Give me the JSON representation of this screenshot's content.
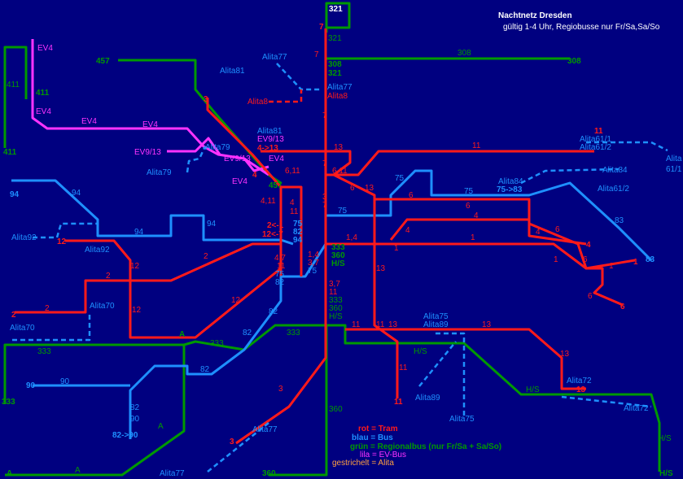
{
  "header": {
    "title": "Nachtnetz Dresden",
    "subtitle": "gültig 1-4 Uhr, Regiobusse nur Fr/Sa,Sa/So"
  },
  "colors": {
    "background": "#000080",
    "tram": "#ff1a1a",
    "bus": "#1e90ff",
    "regionalbus": "#009900",
    "ev_bus": "#ff33ff",
    "alita": "#1e90ff"
  },
  "legend": {
    "tram": "rot = Tram",
    "bus": "blau = Bus",
    "regional": "grün = Regionalbus (nur Fr/Sa + Sa/So)",
    "ev": "lila = EV-Bus",
    "alita": "gestrichelt = Alita"
  },
  "labels": {
    "l321a": "321",
    "l7a": "7",
    "l321b": "321",
    "l7b": "7",
    "l308a": "308",
    "l308b": "308",
    "l308c": "308",
    "l321c": "321",
    "l7c": "7",
    "alita77a": "Alita77",
    "alita81a": "Alita81",
    "alita77b": "Alita77",
    "alita8a": "Alita8",
    "alita8b": "Alita8",
    "ev4a": "EV4",
    "l411a": "411",
    "l411b": "411",
    "ev4b": "EV4",
    "ev4c": "EV4",
    "ev4d": "EV4",
    "l411c": "411",
    "l457a": "457",
    "l3a": "3",
    "alita81b": "Alita81",
    "ev913a": "EV9/13",
    "p413": "4->13",
    "ev913b": "EV9/13",
    "alita79a": "Alita79",
    "ev913c": "EV9/13",
    "ev4e": "EV4",
    "alita79b": "Alita79",
    "l7d": "7",
    "l611a": "6,11",
    "l611b": "6,11",
    "l4a": "4",
    "ev4f": "EV4",
    "l457b": "457",
    "l13a": "13",
    "l11a": "11",
    "l11b": "11",
    "alita611": "Alita61/1",
    "alita612": "Alita61/2",
    "alita61": "Alita",
    "l611c": "61/1",
    "l6a": "6",
    "l13b": "13",
    "l75a": "75",
    "l6b": "6",
    "l75b": "75",
    "alita84a": "Alita84",
    "p7583": "75->83",
    "alita84b": "Alita84",
    "alita612b": "Alita61/2",
    "l411d": "4,11",
    "l4b": "4",
    "l11c": "11",
    "l94a": "94",
    "l94b": "94",
    "l94c": "94",
    "l75c": "75",
    "l3b": "3",
    "l7e": "7",
    "p21": "2<-1",
    "p127": "12<-7",
    "l75d": "75",
    "l82a": "82",
    "l94d": "94",
    "l6c": "6",
    "l4c": "4",
    "l4d": "4",
    "l6d": "6",
    "l83a": "83",
    "alita92a": "Alita92",
    "l12a": "12",
    "alita92b": "Alita92",
    "l1a": "1",
    "l14a": "1,4",
    "l4e": "4",
    "l1b": "1",
    "l1c": "1",
    "l333a": "333",
    "l360a": "360",
    "lhsa": "H/S",
    "l47a": "4,7",
    "l11d": "11",
    "l75e": "75",
    "l82b": "82",
    "l14b": "1,4",
    "l37a": "3,7",
    "l75f": "75",
    "l2a": "2",
    "l2b": "2",
    "l12b": "12",
    "l12c": "12",
    "l12d": "12",
    "l2c": "2",
    "l2d": "2",
    "l13c": "13",
    "l1d": "1",
    "l6e": "6",
    "l6f": "6",
    "l1e": "1",
    "l4f": "4",
    "l6g": "6",
    "l83b": "83",
    "l1f": "1",
    "alita70a": "Alita70",
    "alita70b": "Alita70",
    "l37b": "3,7",
    "l11e": "11",
    "l333b": "333",
    "l360b": "360",
    "lhsb": "H/S",
    "l82c": "82",
    "l82d": "82",
    "l333c": "333",
    "l333d": "333",
    "la": "A",
    "l11f": "11",
    "l11g": "11",
    "l13d": "13",
    "l13e": "13",
    "l13f": "13",
    "alita75a": "Alita75",
    "alita89a": "Alita89",
    "lhsc": "H/S",
    "l333e": "333",
    "l90a": "90",
    "l90b": "90",
    "l82e": "82",
    "l90c": "90",
    "p8290": "82->90",
    "l82f": "82",
    "alita89b": "Alita89",
    "l11h": "11",
    "alita72a": "Alita72",
    "l13g": "13",
    "lhsd": "H/S",
    "alita72b": "Alita72",
    "lhse": "H/S",
    "lhsf": "H/S",
    "l3c": "3",
    "alita75b": "Alita75",
    "l360c": "360",
    "l3d": "3",
    "alita77c": "Alita77",
    "l360d": "360",
    "la2": "A",
    "la3": "A",
    "la4": "A",
    "l333f": "333",
    "l90d": "90"
  }
}
